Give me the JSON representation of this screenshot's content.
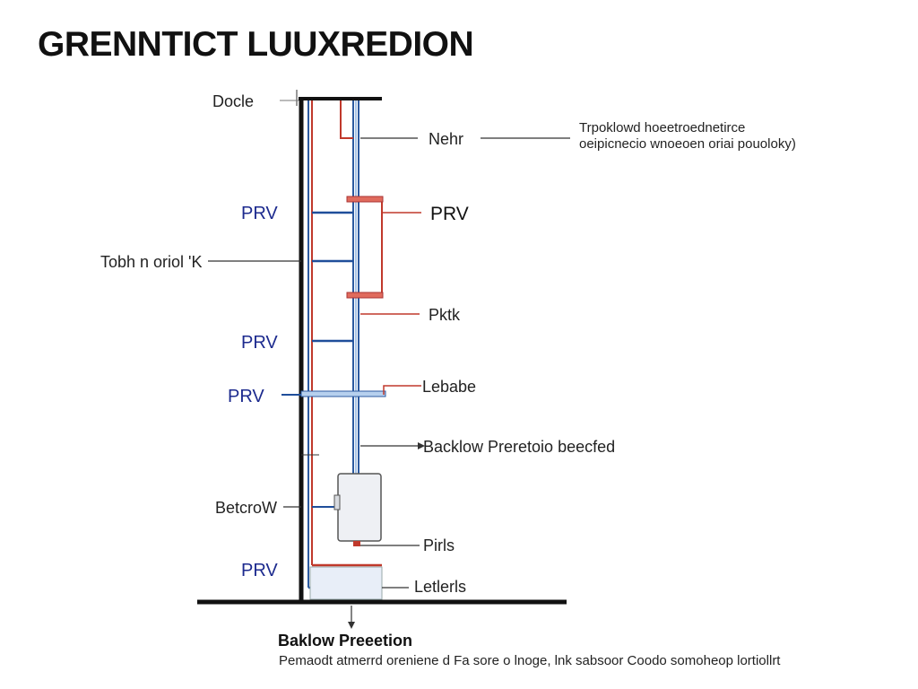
{
  "title": "GRENNTICT LUUXREDION",
  "labels": {
    "top_left": "Docle",
    "nehr": "Nehr",
    "prv_left_1": "PRV",
    "prv_right": "PRV",
    "tobh": "Tobh n oriol 'K",
    "pktk": "Pktk",
    "prv_left_2": "PRV",
    "prv_left_3": "PRV",
    "lebabe": "Lebabe",
    "backflow": "Backlow Preretoio beecfed",
    "betcrow": "BetcroW",
    "pirls": "Pirls",
    "prv_left_4": "PRV",
    "letlerls": "Letlerls"
  },
  "note": {
    "line1": "Trpoklowd hoeetroednetirce",
    "line2": "oeipicnecio wnoeoen oriai pouoloky)"
  },
  "caption": {
    "title": "Baklow Preeetion",
    "body": "Pemaodt atmerrd oreniene d Fa sore o lnoge, lnk sabsoor Coodo somoheop lortiollrt"
  },
  "colors": {
    "main_pipe": "#111111",
    "hot_line": "#c0392b",
    "cold_line": "#2c5aa0",
    "prv_text": "#1c2a8e"
  },
  "icons": [
    "backflow-device-icon"
  ]
}
